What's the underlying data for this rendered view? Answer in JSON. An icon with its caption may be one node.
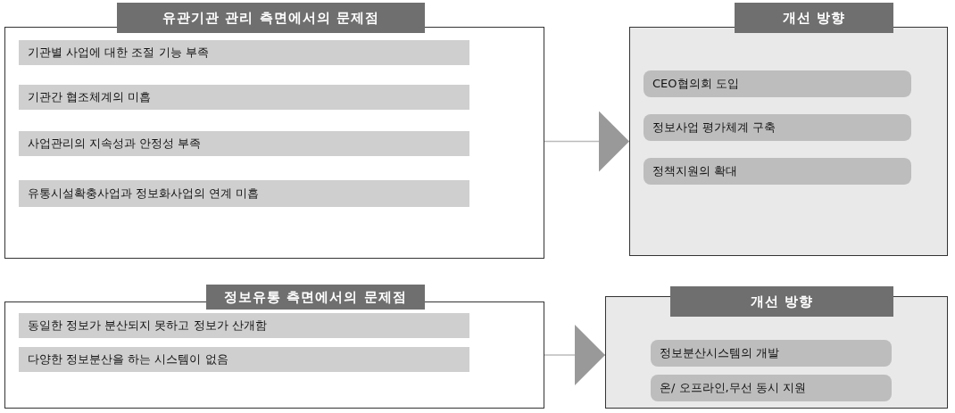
{
  "diagram": {
    "nodes": [
      {
        "text": [
          "유관기관 관리 측면에서의 문제점"
        ]
      },
      {
        "text": [
          "기관별 사업에 대한 조절 기능 부족"
        ],
        "in": 0
      },
      {
        "text": [
          "기관간 협조체계의 미흡"
        ],
        "in": 0
      },
      {
        "text": [
          "사업관리의 지속성과 안정성 부족"
        ],
        "in": 0
      },
      {
        "text": [
          "유통시설확충사업과 정보화사업의 연계 미흡"
        ],
        "in": 0
      },
      {
        "text": [
          "개선 방향"
        ]
      },
      {
        "text": [
          "CEO협의회 도입"
        ],
        "in": 5
      },
      {
        "text": [
          "정보사업 평가체계 구축"
        ],
        "in": 5
      },
      {
        "text": [
          "정책지원의 확대"
        ],
        "in": 5
      },
      {
        "text": [
          "정보유통 측면에서의 문제점"
        ]
      },
      {
        "text": [
          "동일한 정보가 분산되지 못하고 정보가 산개함"
        ],
        "in": 9
      },
      {
        "text": [
          "다양한 정보분산을 하는 시스템이 없음"
        ],
        "in": 9
      },
      {
        "text": [
          "개선 방향"
        ]
      },
      {
        "text": [
          "정보분산시스템의 개발"
        ],
        "in": 12
      },
      {
        "text": [
          "온/ 오프라인,무선 동시 지원"
        ],
        "in": 12
      }
    ],
    "edges": [
      {
        "from": 0,
        "to": 5,
        "arrow": "to"
      },
      {
        "from": 9,
        "to": 12,
        "arrow": "to"
      }
    ]
  }
}
